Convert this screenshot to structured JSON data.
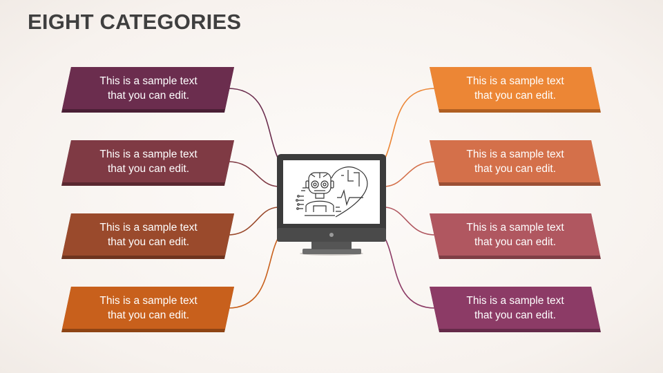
{
  "title": "EIGHT CATEGORIES",
  "colors": {
    "left": [
      "#6b2d4e",
      "#7f3a44",
      "#9a4a2c",
      "#c8601c"
    ],
    "right": [
      "#ec8635",
      "#d4704a",
      "#b05760",
      "#8c3b66"
    ]
  },
  "boxes": {
    "left": [
      "This is a sample text\nthat you can edit.",
      "This is a sample text\nthat you can edit.",
      "This is a sample text\nthat you can edit.",
      "This is a sample text\nthat you can edit."
    ],
    "right": [
      "This is a sample text\nthat you can edit.",
      "This is a sample text\nthat you can edit.",
      "This is a sample text\nthat you can edit.",
      "This is a sample text\nthat you can edit."
    ]
  },
  "center_icon": "monitor-with-robot-heart-icon"
}
